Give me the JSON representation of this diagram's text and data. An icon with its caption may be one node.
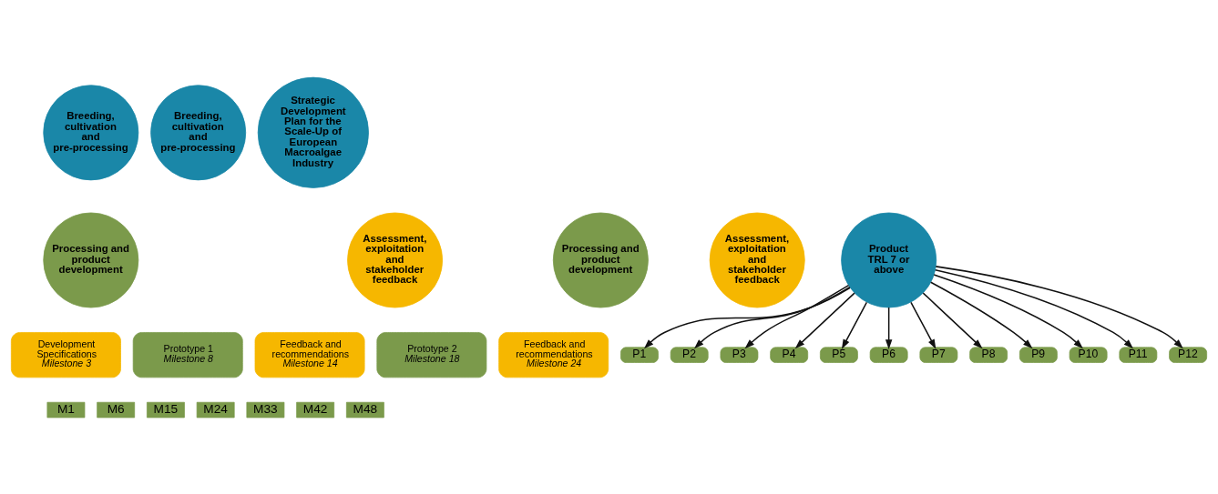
{
  "diagram": {
    "nodes": [
      {
        "text": [
          "Breeding, cultivation and pre-processing"
        ]
      },
      {
        "text": [
          "Processing and product development"
        ]
      },
      {
        "text": [
          "Assessment, exploitation and stakeholder feedback"
        ]
      },
      {
        "text": [
          "Breeding, cultivation and pre-processing"
        ]
      },
      {
        "text": [
          "Processing and product development"
        ]
      },
      {
        "text": [
          "Assessment, exploitation and stakeholder feedback"
        ]
      },
      {
        "text": [
          "Strategic Development Plan for the Scale-Up of European Macroalgae Industry"
        ]
      },
      {
        "text": [
          "Product TRL 7 or above"
        ]
      },
      {
        "text": [
          "P1"
        ]
      },
      {
        "text": [
          "P2"
        ]
      },
      {
        "text": [
          "P3"
        ]
      },
      {
        "text": [
          "P4"
        ]
      },
      {
        "text": [
          "P5"
        ]
      },
      {
        "text": [
          "P6"
        ]
      },
      {
        "text": [
          "P7"
        ]
      },
      {
        "text": [
          "P8"
        ]
      },
      {
        "text": [
          "P9"
        ]
      },
      {
        "text": [
          "P10"
        ]
      },
      {
        "text": [
          "P11"
        ]
      },
      {
        "text": [
          "P12"
        ]
      },
      {
        "text": [
          "Development Specifications",
          "Milestone 3"
        ]
      },
      {
        "text": [
          "Prototype 1",
          "Milestone 8"
        ]
      },
      {
        "text": [
          "Feedback and recommendations",
          "Milestone 14"
        ]
      },
      {
        "text": [
          "Prototype 2",
          "Milestone 18"
        ]
      },
      {
        "text": [
          "Feedback and recommendations",
          "Milestone 24"
        ]
      },
      {
        "text": [
          "M1"
        ]
      },
      {
        "text": [
          "M6"
        ]
      },
      {
        "text": [
          "M15"
        ]
      },
      {
        "text": [
          "M24"
        ]
      },
      {
        "text": [
          "M33"
        ]
      },
      {
        "text": [
          "M42"
        ]
      },
      {
        "text": [
          "M48"
        ]
      }
    ],
    "edges": [
      {
        "from": 7,
        "to": 8,
        "arrow": "to"
      },
      {
        "from": 7,
        "to": 9,
        "arrow": "to"
      },
      {
        "from": 7,
        "to": 10,
        "arrow": "to"
      },
      {
        "from": 7,
        "to": 11,
        "arrow": "to"
      },
      {
        "from": 7,
        "to": 12,
        "arrow": "to"
      },
      {
        "from": 7,
        "to": 13,
        "arrow": "to"
      },
      {
        "from": 7,
        "to": 14,
        "arrow": "to"
      },
      {
        "from": 7,
        "to": 15,
        "arrow": "to"
      },
      {
        "from": 7,
        "to": 16,
        "arrow": "to"
      },
      {
        "from": 7,
        "to": 17,
        "arrow": "to"
      },
      {
        "from": 7,
        "to": 18,
        "arrow": "to"
      },
      {
        "from": 7,
        "to": 19,
        "arrow": "to"
      }
    ]
  }
}
